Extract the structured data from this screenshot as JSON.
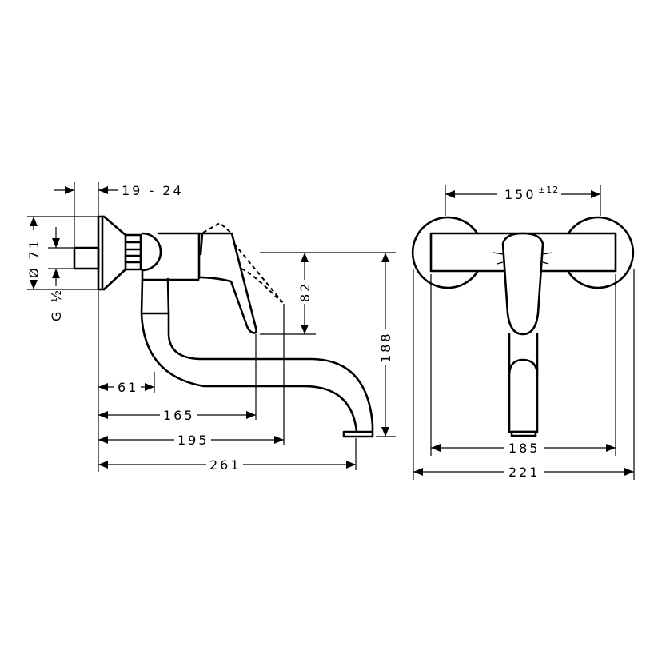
{
  "diagram": {
    "type": "technical-dimension-drawing",
    "subject": "wall-mounted single-lever kitchen mixer with swivel spout",
    "views": [
      {
        "name": "side-view",
        "description": "side elevation with lever and spout"
      },
      {
        "name": "front-view",
        "description": "front elevation with wall rosettes"
      }
    ]
  },
  "side_view": {
    "dimensions": {
      "wall_offset": "19 - 24",
      "rosette_diameter": "Ø 71",
      "connection_thread": "G ½",
      "lever_travel": "82",
      "total_height": "188",
      "pipe_offset": "61",
      "lever_reach": "165",
      "lever_open_reach": "195",
      "spout_projection": "261"
    }
  },
  "front_view": {
    "dimensions": {
      "centers": "150",
      "centers_tolerance": "±12",
      "body_width": "185",
      "overall_width": "221"
    }
  },
  "colors": {
    "line": "#000000",
    "background": "#ffffff"
  }
}
